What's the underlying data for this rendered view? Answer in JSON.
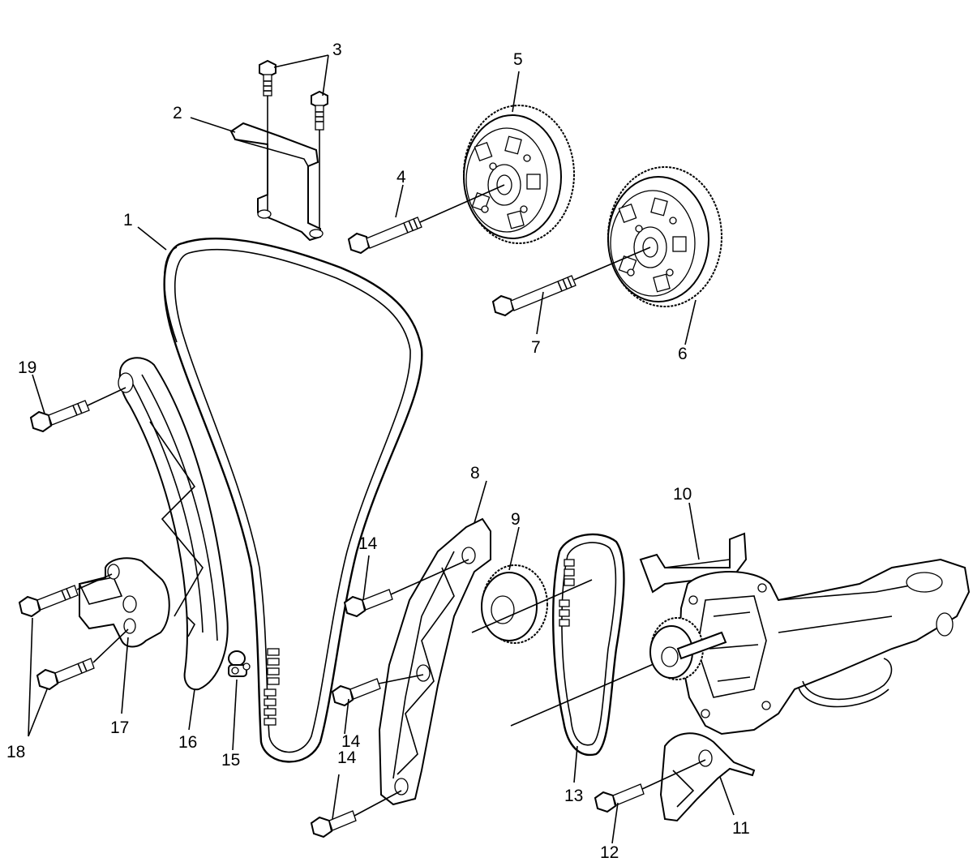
{
  "callouts": {
    "c1": "1",
    "c2": "2",
    "c3": "3",
    "c4": "4",
    "c5": "5",
    "c6": "6",
    "c7": "7",
    "c8": "8",
    "c9": "9",
    "c10": "10",
    "c11": "11",
    "c12": "12",
    "c13": "13",
    "c14a": "14",
    "c14b": "14",
    "c14c": "14",
    "c15": "15",
    "c16": "16",
    "c17": "17",
    "c18": "18",
    "c19": "19"
  },
  "colors": {
    "ink": "#000000",
    "paper": "#ffffff"
  }
}
